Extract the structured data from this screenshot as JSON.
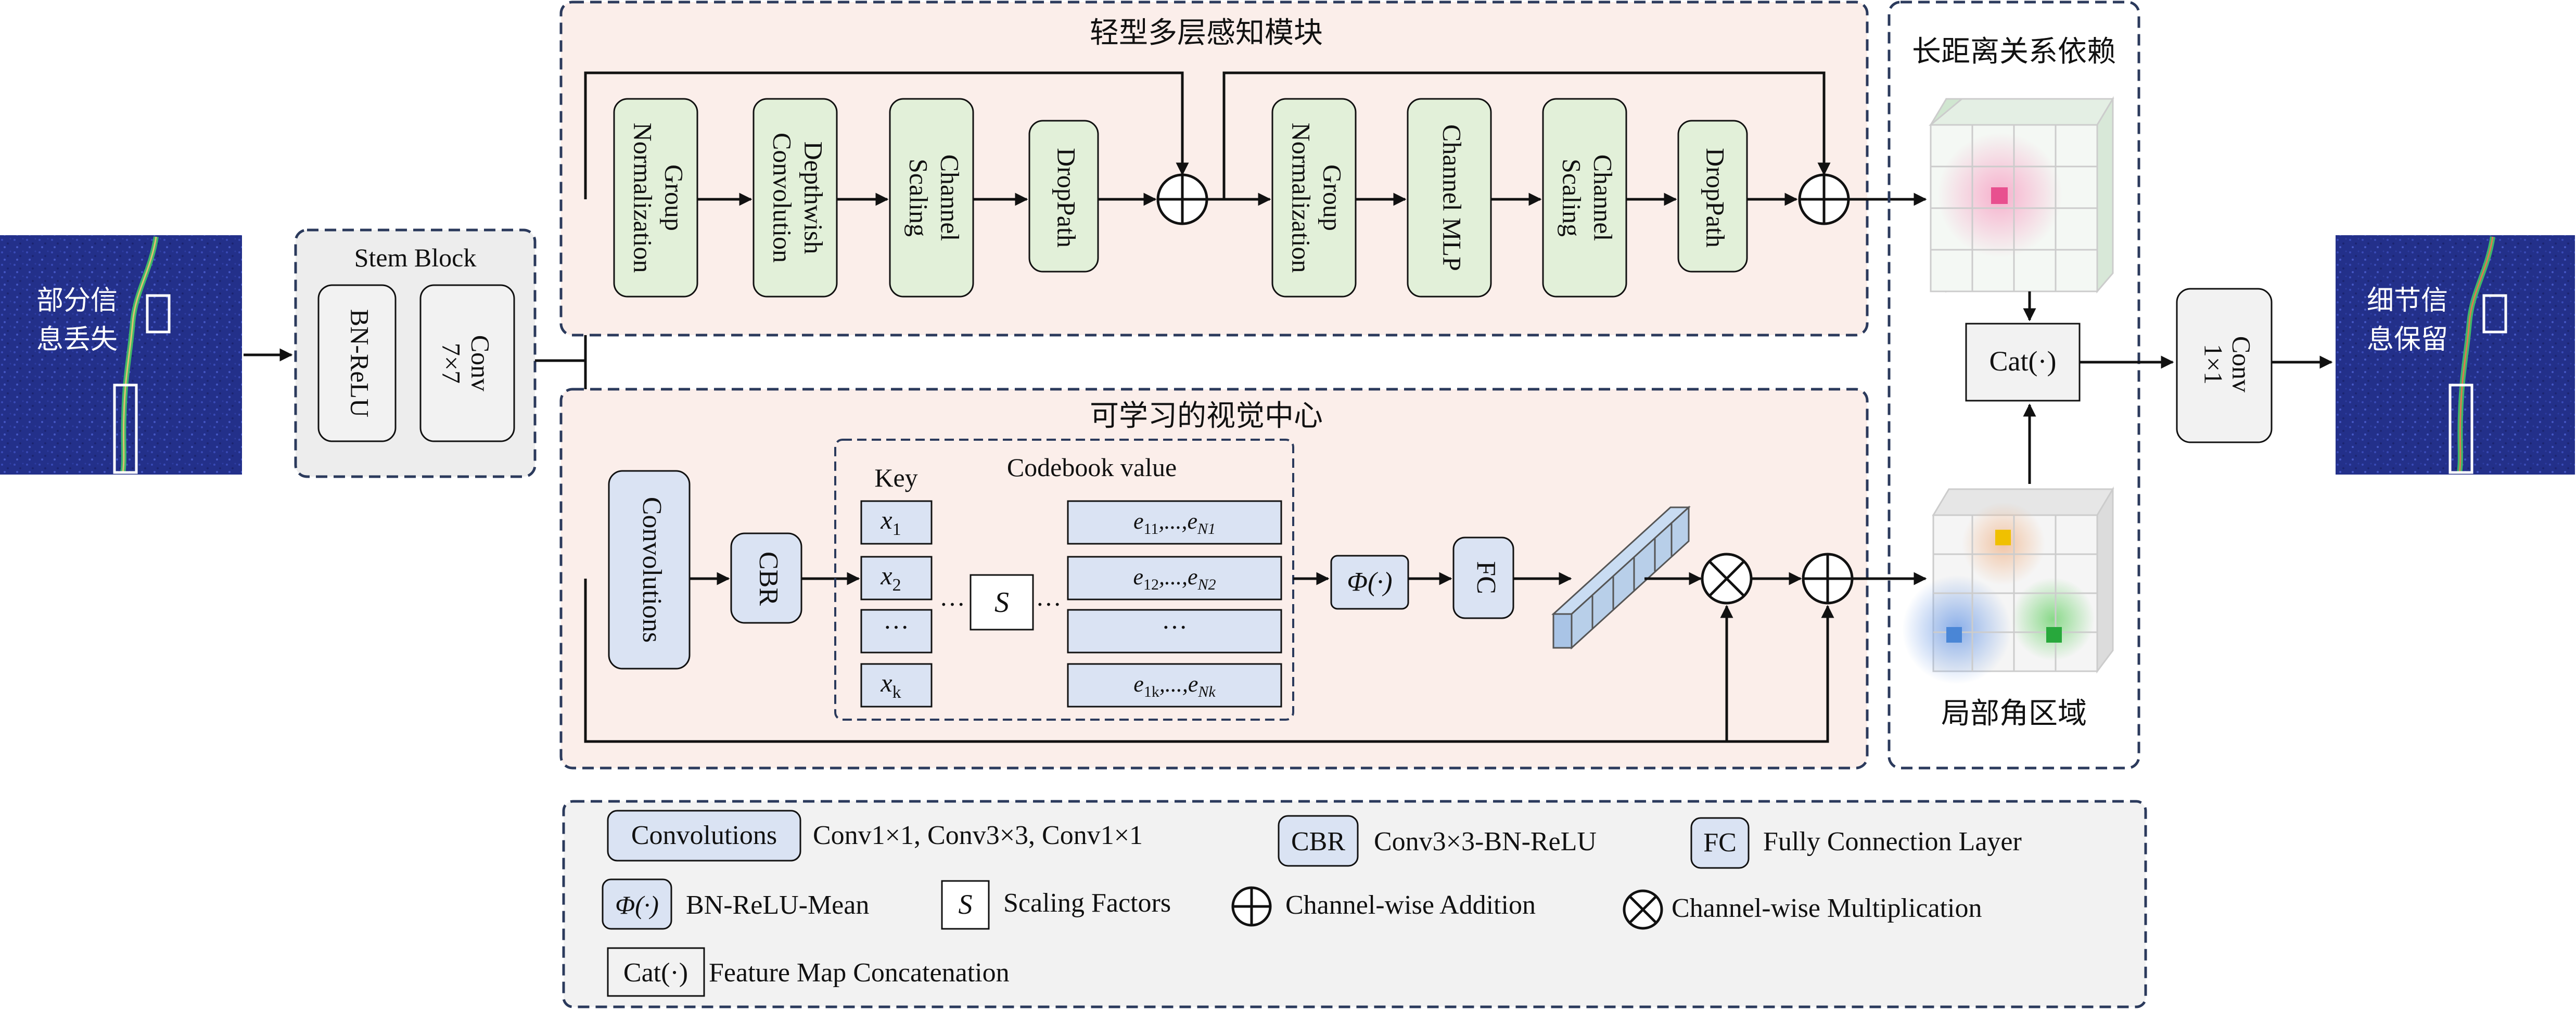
{
  "input_image": {
    "caption_line1": "部分信",
    "caption_line2": "息丢失"
  },
  "output_image": {
    "caption_line1": "细节信",
    "caption_line2": "息保留"
  },
  "stem_block": {
    "title": "Stem Block",
    "op1": "BN-ReLU",
    "op2_line1": "Conv",
    "op2_line2": "7×7"
  },
  "mlp_module": {
    "title": "轻型多层感知模块",
    "blocks_a": [
      {
        "lines": [
          "Group",
          "Normalization"
        ]
      },
      {
        "lines": [
          "Depthwish",
          "Convolution"
        ]
      },
      {
        "lines": [
          "Channel",
          "Scaling"
        ]
      },
      {
        "lines": [
          "DropPath"
        ]
      }
    ],
    "blocks_b": [
      {
        "lines": [
          "Group",
          "Normalization"
        ]
      },
      {
        "lines": [
          "Channel MLP"
        ]
      },
      {
        "lines": [
          "Channel",
          "Scaling"
        ]
      },
      {
        "lines": [
          "DropPath"
        ]
      }
    ]
  },
  "visual_center": {
    "title": "可学习的视觉中心",
    "convolutions": "Convolutions",
    "cbr": "CBR",
    "key_label": "Key",
    "codebook_label": "Codebook value",
    "scale_symbol": "S",
    "phi_op": "Φ(·)",
    "fc": "FC"
  },
  "long_range": {
    "title": "长距离关系依赖"
  },
  "local_region": {
    "title": "局部角区域"
  },
  "cat": "Cat(·)",
  "final_conv": {
    "line1": "Conv",
    "line2": "1×1"
  },
  "legend": {
    "items": [
      {
        "badge": "Convolutions",
        "text": "Conv1×1, Conv3×3, Conv1×1"
      },
      {
        "badge": "CBR",
        "text": "Conv3×3-BN-ReLU"
      },
      {
        "badge": "FC",
        "text": "Fully Connection Layer"
      },
      {
        "badge": "Φ(·)",
        "text": "BN-ReLU-Mean"
      },
      {
        "badge": "S",
        "text": "Scaling Factors"
      },
      {
        "badge": "⊕",
        "text": "Channel-wise Addition"
      },
      {
        "badge": "⊗",
        "text": "Channel-wise Multiplication"
      },
      {
        "badge": "Cat(·)",
        "text": "Feature Map Concatenation"
      }
    ]
  },
  "colors": {
    "dashed_border": "#2b3a5c",
    "module_fill": "#fbeeea",
    "stem_fill": "#ededed",
    "green_block": "#e2f0d9",
    "blue_block": "#dae3f3",
    "gray_block": "#f2f2f2",
    "legend_fill": "#f2f2f2"
  }
}
